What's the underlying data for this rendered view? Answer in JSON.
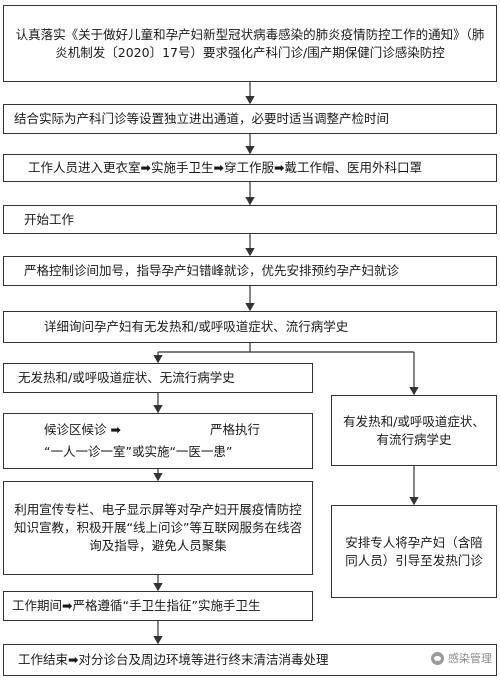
{
  "steps": {
    "s1": "认真落实《关于做好儿童和孕产妇新型冠状病毒感染的肺炎疫情防控工作的通知》（肺炎机制发〔2020〕17号）要求强化产科门诊/围产期保健门诊感染防控",
    "s2": "结合实际为产科门诊等设置独立进出通道，必要时适当调整产检时间",
    "s3_a": "工作人员进入更衣室",
    "s3_b": "实施手卫生",
    "s3_c": "穿工作服",
    "s3_d": "戴工作帽、医用外科口罩",
    "s4": "开始工作",
    "s5": "严格控制诊间加号，指导孕产妇错峰就诊，优先安排预约孕产妇就诊",
    "s6": "详细询问孕产妇有无发热和/或呼吸道症状、流行病学史",
    "left1": "无发热和/或呼吸道症状、无流行病学史",
    "left2_a": "候诊区候诊",
    "left2_b": "严格执行",
    "left2_c": "“一人一诊一室”或实施“一医一患”",
    "left3": "利用宣传专栏、电子显示屏等对孕产妇开展疫情防控知识宣教，积极开展“线上问诊”等互联网服务在线咨询及指导，避免人员聚集",
    "left4_a": "工作期间",
    "left4_b": "严格遵循“手卫生指征”实施手卫生",
    "right1": "有发热和/或呼吸道症状、有流行病学史",
    "right2": "安排专人将孕产妇（含陪同人员）引导至发热门诊",
    "final_a": "工作结束",
    "final_b": "对分诊台及周边环境等进行终末清洁消毒处理"
  },
  "watermark": "感染管理",
  "colors": {
    "line": "#333333",
    "text": "#1a1a1a"
  }
}
